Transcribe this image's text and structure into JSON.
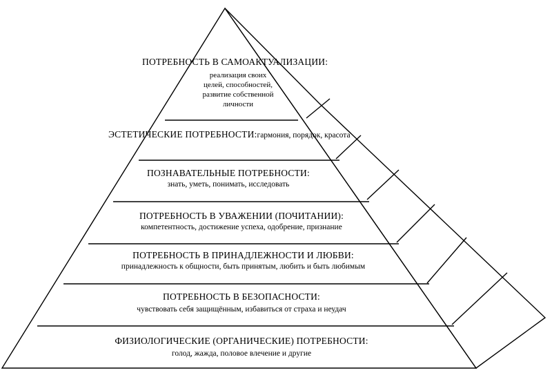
{
  "diagram": {
    "levels": [
      {
        "title": "ПОТРЕБНОСТЬ В САМОАКТУАЛИЗАЦИИ:",
        "lines": [
          "реализация своих",
          "целей, способностей,",
          "развитие собственной",
          "личности"
        ]
      },
      {
        "title": "ЭСТЕТИЧЕСКИЕ ПОТРЕБНОСТИ:",
        "inline_text": "гармония, порядок, красота"
      },
      {
        "title": "ПОЗНАВАТЕЛЬНЫЕ ПОТРЕБНОСТИ:",
        "description": "знать, уметь, понимать, исследовать"
      },
      {
        "title": "ПОТРЕБНОСТЬ В УВАЖЕНИИ (ПОЧИТАНИИ):",
        "description": "компетентность, достижение успеха, одобрение, признание"
      },
      {
        "title": "ПОТРЕБНОСТЬ В ПРИНАДЛЕЖНОСТИ И ЛЮБВИ:",
        "description": "принадлежность к общности, быть принятым, любить и быть любимым"
      },
      {
        "title": "ПОТРЕБНОСТЬ В БЕЗОПАСНОСТИ:",
        "description": "чувствовать себя защищённым, избавиться от страха и неудач"
      },
      {
        "title": "ФИЗИОЛОГИЧЕСКИЕ (ОРГАНИЧЕСКИЕ) ПОТРЕБНОСТИ:",
        "description": "голод, жажда, половое влечение и другие"
      }
    ]
  },
  "colors": {
    "line": "#000000",
    "fill": "#ffffff"
  }
}
